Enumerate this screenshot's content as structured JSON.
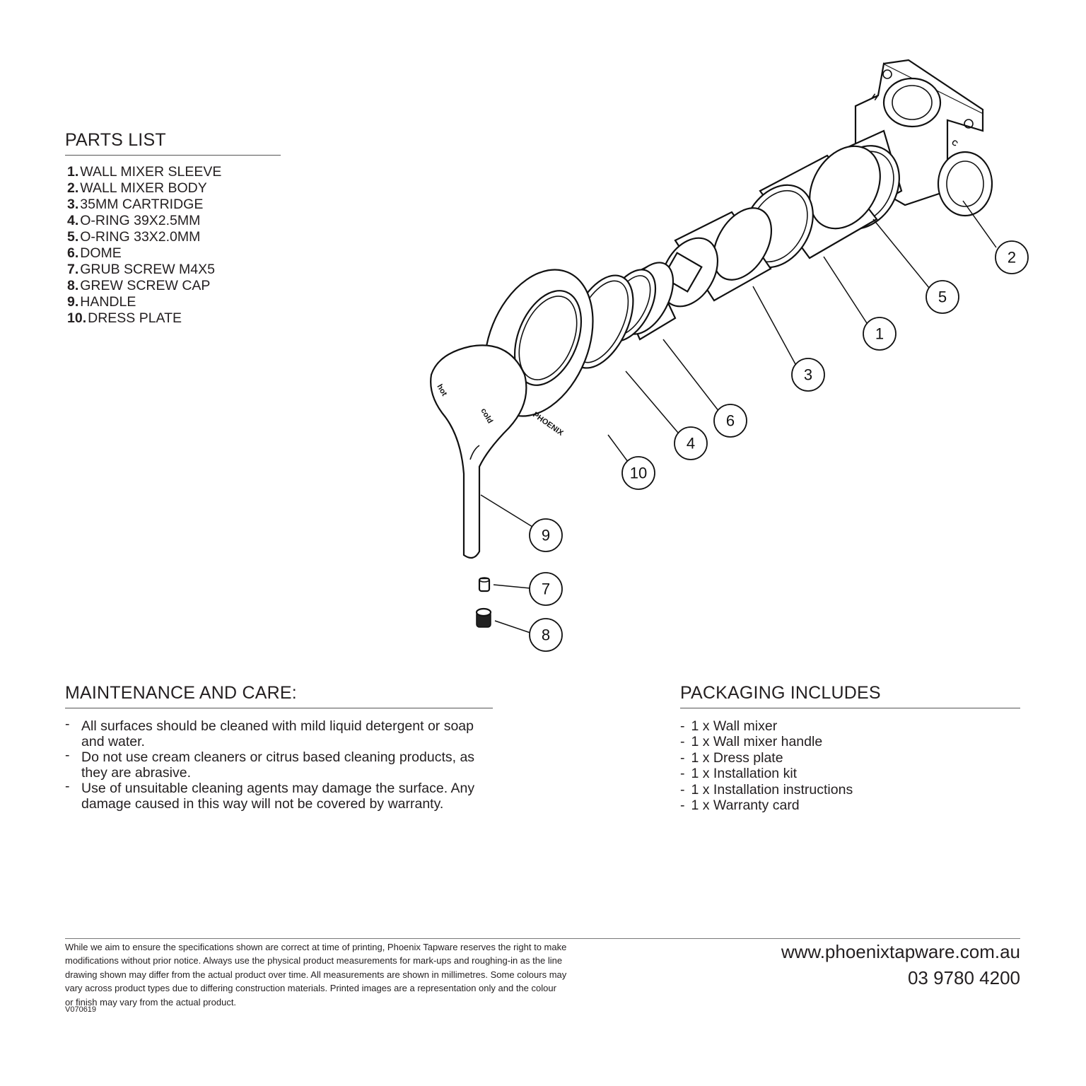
{
  "parts_list": {
    "title": "PARTS LIST",
    "items": [
      {
        "num": "1.",
        "label": "WALL MIXER SLEEVE"
      },
      {
        "num": "2.",
        "label": "WALL MIXER BODY"
      },
      {
        "num": "3.",
        "label": "35MM CARTRIDGE"
      },
      {
        "num": "4.",
        "label": "O-RING 39X2.5MM"
      },
      {
        "num": "5.",
        "label": "O-RING 33X2.0MM"
      },
      {
        "num": "6.",
        "label": "DOME"
      },
      {
        "num": "7.",
        "label": "GRUB SCREW M4X5"
      },
      {
        "num": "8.",
        "label": "GREW SCREW CAP"
      },
      {
        "num": "9.",
        "label": "HANDLE"
      },
      {
        "num": "10.",
        "label": "DRESS PLATE"
      }
    ]
  },
  "diagram": {
    "callouts": [
      "1",
      "2",
      "3",
      "4",
      "5",
      "6",
      "7",
      "8",
      "9",
      "10"
    ],
    "engravings": {
      "hot": "hot",
      "cold": "cold",
      "brand": "PHOENIX",
      "body_h": "H",
      "body_c": "C"
    }
  },
  "maintenance": {
    "title": "MAINTENANCE AND CARE:",
    "items": [
      "All surfaces should be cleaned with mild liquid detergent or soap and water.",
      "Do not use cream cleaners or citrus based cleaning products, as they are abrasive.",
      "Use of unsuitable cleaning agents may damage the surface. Any damage caused in this way will not be covered by warranty."
    ]
  },
  "packaging": {
    "title": "PACKAGING INCLUDES",
    "items": [
      "1 x Wall mixer",
      "1 x Wall mixer handle",
      "1 x Dress plate",
      "1 x Installation kit",
      "1 x Installation instructions",
      "1 x Warranty card"
    ]
  },
  "footer": {
    "disclaimer": "While we aim to ensure the specifications shown are correct at time of printing, Phoenix Tapware reserves the right to make modifications without prior notice. Always use the physical product measurements for mark-ups and roughing-in as the line drawing shown may differ from the actual product over time. All measurements are shown in millimetres.  Some colours may vary across product types due to differing construction materials. Printed images are a representation only and the colour or finish may vary from the actual product.",
    "website": "www.phoenixtapware.com.au",
    "phone": "03 9780 4200",
    "version": "V070619"
  }
}
